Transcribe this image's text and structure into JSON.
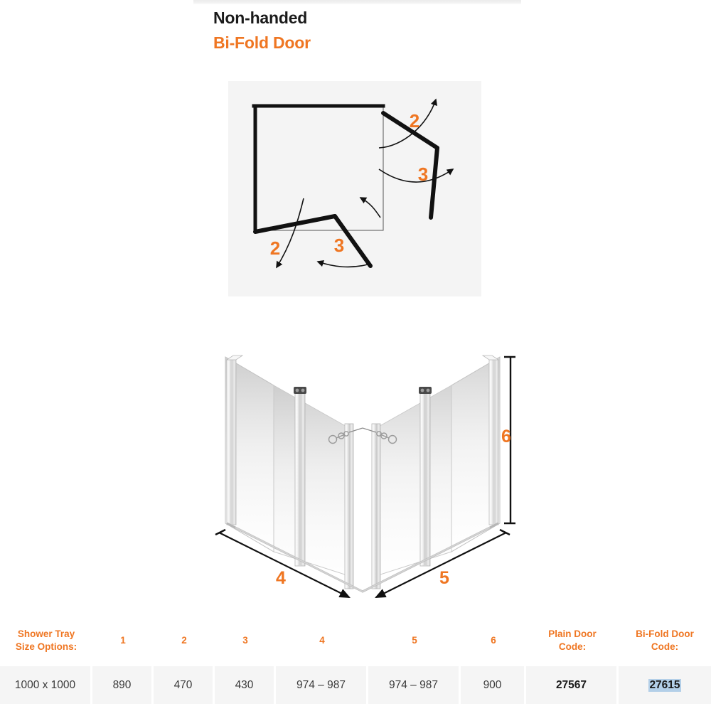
{
  "heading": {
    "title": "Non-handed",
    "subtitle": "Bi-Fold Door"
  },
  "colors": {
    "accent_orange": "#ef7622",
    "text_dark": "#1a1a1a",
    "table_cell_bg": "#f5f5f5",
    "panel_bg": "#f4f4f4",
    "selection_highlight": "#b3cfe8"
  },
  "plan_diagram": {
    "name": "bi-fold-door-plan-view",
    "labels": [
      {
        "id": "plan-label-2-right",
        "text": "2"
      },
      {
        "id": "plan-label-3-right",
        "text": "3"
      },
      {
        "id": "plan-label-2-bottom",
        "text": "2"
      },
      {
        "id": "plan-label-3-bottom",
        "text": "3"
      }
    ]
  },
  "iso_diagram": {
    "name": "bi-fold-shower-enclosure-3d",
    "labels": [
      {
        "id": "iso-label-4",
        "text": "4"
      },
      {
        "id": "iso-label-5",
        "text": "5"
      },
      {
        "id": "iso-label-6",
        "text": "6"
      }
    ]
  },
  "table": {
    "headers": [
      "Shower Tray\nSize Options:",
      "1",
      "2",
      "3",
      "4",
      "5",
      "6",
      "Plain Door\nCode:",
      "Bi-Fold Door\nCode:"
    ],
    "header_line1": [
      "Shower Tray",
      "1",
      "2",
      "3",
      "4",
      "5",
      "6",
      "Plain Door",
      "Bi-Fold Door"
    ],
    "header_line2": [
      "Size Options:",
      "",
      "",
      "",
      "",
      "",
      "",
      "Code:",
      "Code:"
    ],
    "rows": [
      {
        "size": "1000 x 1000",
        "d1": "890",
        "d2": "470",
        "d3": "430",
        "d4": "974 – 987",
        "d5": "974 – 987",
        "d6": "900",
        "plain_door_code": "27567",
        "bifold_door_code": "27615",
        "bifold_door_code_selected": true
      }
    ]
  }
}
